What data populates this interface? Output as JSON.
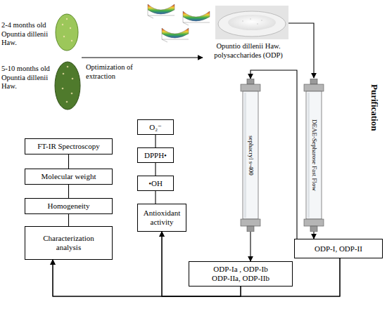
{
  "diagram": {
    "nodes": [
      {
        "text": [
          "sephacryl s-400"
        ]
      },
      {
        "text": [
          "DEAE-Sepharose Fast Flow"
        ]
      },
      {
        "text": [
          "O₂⁻"
        ]
      },
      {
        "text": [
          "FT-IR Spectroscopy"
        ]
      },
      {
        "text": [
          "DPPH•"
        ]
      },
      {
        "text": [
          "Molecular weight"
        ]
      },
      {
        "text": [
          "•OH"
        ]
      },
      {
        "text": [
          "Homogeneity"
        ]
      },
      {
        "text": [
          "Antioxidant activity"
        ]
      },
      {
        "text": [
          "Characterization analysis"
        ]
      },
      {
        "text": [
          "ODP-I, ODP-II"
        ]
      },
      {
        "text": [
          "ODP-Ia , ODP-Ib ODP-IIa, ODP-IIb"
        ]
      }
    ],
    "edges": [
      {
        "from": 3,
        "to": 5,
        "arrow": "none"
      },
      {
        "from": 5,
        "to": 7,
        "arrow": "none"
      },
      {
        "from": 7,
        "to": 9,
        "arrow": "none"
      },
      {
        "from": 2,
        "to": 4,
        "arrow": "none"
      },
      {
        "from": 4,
        "to": 6,
        "arrow": "none"
      },
      {
        "from": 6,
        "to": 8,
        "arrow": "none"
      },
      {
        "from": 1,
        "to": 10,
        "arrow": "to"
      },
      {
        "from": 10,
        "to": 0,
        "arrow": "to"
      },
      {
        "from": 0,
        "to": 11,
        "arrow": "to"
      },
      {
        "from": 11,
        "to": 9,
        "arrow": "to"
      },
      {
        "from": 11,
        "to": 8,
        "arrow": "to"
      },
      {
        "from": 10,
        "to": 9,
        "arrow": "to"
      },
      {
        "from": 10,
        "to": 8,
        "arrow": "to"
      }
    ],
    "labels": [
      "2-4 months old Opuntia dillenii Haw.",
      "5-10 months old Opuntia dillenii Haw.",
      "Optimization of extraction",
      "Opuntio dillenii Haw. polysaccharides (ODP)",
      "Purification"
    ]
  }
}
